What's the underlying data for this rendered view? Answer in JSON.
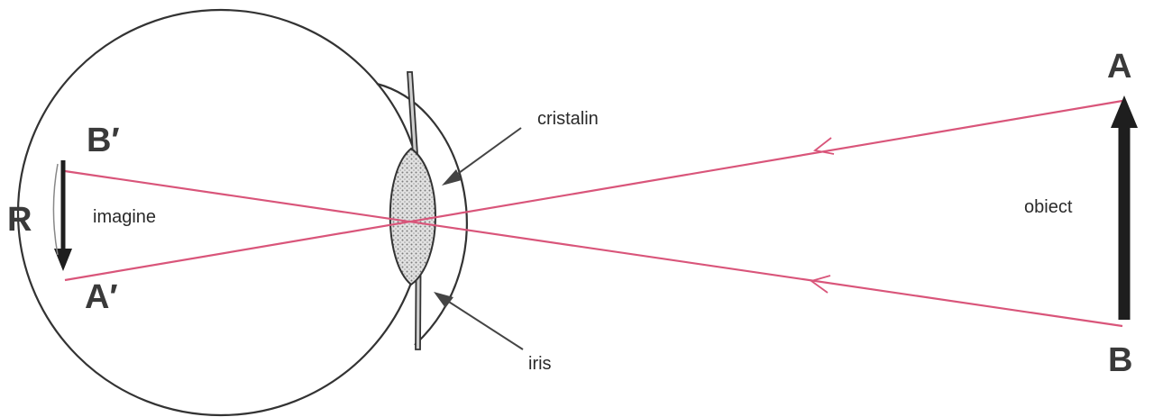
{
  "labels": {
    "A": "A",
    "B": "B",
    "A_prime": "A′",
    "B_prime": "B′",
    "R": "R",
    "cristalin": "cristalin",
    "iris": "iris",
    "imagine": "imagine",
    "obiect": "obiect"
  },
  "colors": {
    "ray": "#d9557a",
    "outline": "#333333",
    "arrow": "#1e1e1e",
    "lens_fill": "#d4d4d4"
  }
}
